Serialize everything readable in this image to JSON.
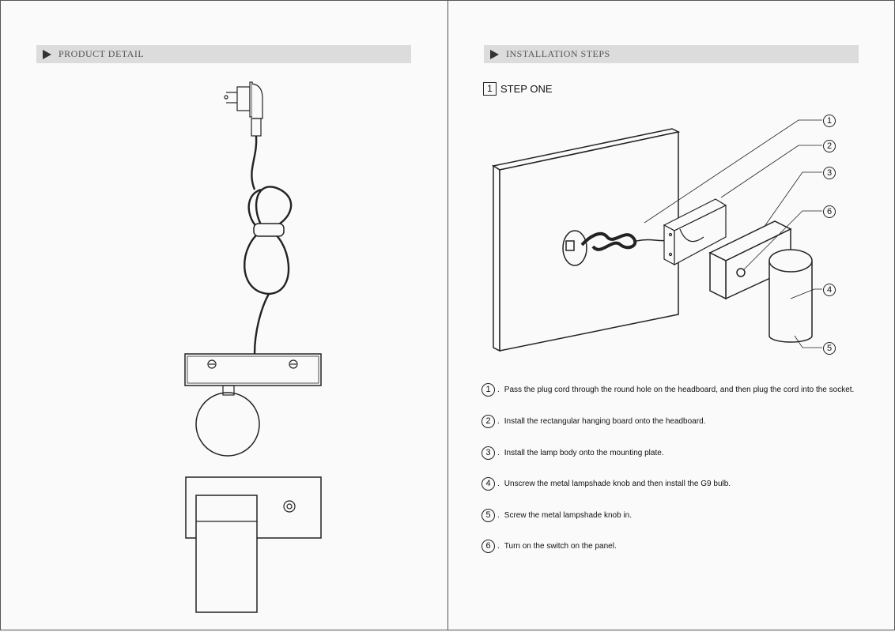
{
  "left_page": {
    "header": "PRODUCT DETAIL"
  },
  "right_page": {
    "header": "INSTALLATION STEPS",
    "step_number": "1",
    "step_title": "STEP ONE",
    "callouts": [
      "1",
      "2",
      "3",
      "6",
      "4",
      "5"
    ],
    "steps": [
      {
        "num": "1",
        "text": "Pass the plug cord through the round hole on the headboard, and then plug the cord into the socket."
      },
      {
        "num": "2",
        "text": "Install the rectangular hanging board onto the headboard."
      },
      {
        "num": "3",
        "text": "Install the lamp body onto the mounting plate."
      },
      {
        "num": "4",
        "text": "Unscrew the metal lampshade knob and then install the G9 bulb."
      },
      {
        "num": "5",
        "text": "Screw the metal lampshade knob in."
      },
      {
        "num": "6",
        "text": "Turn on the switch on the panel."
      }
    ]
  }
}
